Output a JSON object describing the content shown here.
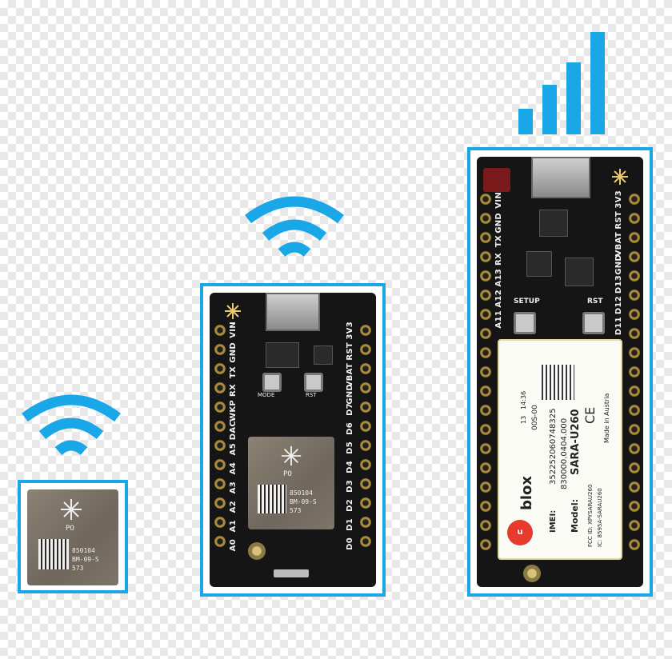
{
  "colors": {
    "accent": "#1aa7e8",
    "pcb": "#151515",
    "module": "#7a7166"
  },
  "icons": [
    "wifi-icon",
    "wifi-icon",
    "cellular-signal-icon",
    "particle-star-icon"
  ],
  "small_module": {
    "brand": "PO",
    "lines": [
      "850104",
      "BM-09-S",
      "573"
    ]
  },
  "photon": {
    "left_pins": [
      "VIN",
      "GND",
      "TX",
      "RX",
      "WKP",
      "DAC",
      "A5",
      "A4",
      "A3",
      "A2",
      "A1",
      "A0"
    ],
    "right_pins": [
      "3V3",
      "RST",
      "VBAT",
      "GND",
      "D7",
      "D6",
      "D5",
      "D4",
      "D3",
      "D2",
      "D1",
      "D0"
    ],
    "buttons": [
      "MODE",
      "RST"
    ],
    "module": {
      "brand": "PO",
      "lines": [
        "850104",
        "BM-09-S",
        "573"
      ]
    }
  },
  "electron": {
    "left_pins": [
      "VIN",
      "GND",
      "TX",
      "RX",
      "A13",
      "A12",
      "A11"
    ],
    "right_pins": [
      "3V3",
      "RST",
      "VBAT",
      "GND",
      "D13",
      "D12",
      "D11"
    ],
    "buttons": [
      "SETUP",
      "RST"
    ],
    "sara": {
      "brand": "blox",
      "model_label": "Model:",
      "model": "SARA-U260",
      "part": "830000.0404.000",
      "imei_label": "IMEI:",
      "imei": "352252060748325",
      "fcc": "FCC ID: XPYSARAU260",
      "ic": "IC: 8595A-SARAU260",
      "date_a": "13",
      "date_b": "14:36",
      "code": "00S-00",
      "made": "Made in Austria",
      "ce": "CE"
    }
  }
}
